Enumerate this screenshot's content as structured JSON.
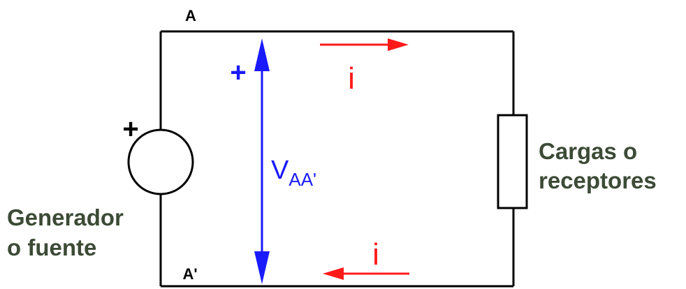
{
  "nodes": {
    "top": "A",
    "bottom": "A'"
  },
  "source": {
    "polarity": "+",
    "label_line1": "Generador",
    "label_line2": "o fuente"
  },
  "load": {
    "label_line1": "Cargas o",
    "label_line2": "receptores"
  },
  "voltage": {
    "polarity": "+",
    "symbol": "V",
    "subscript": "AA'"
  },
  "current": {
    "top_label": "i",
    "bottom_label": "i"
  },
  "colors": {
    "wire": "#000000",
    "voltage": "#1a1aff",
    "current": "#ff1a1a",
    "label": "#3c4a36"
  }
}
